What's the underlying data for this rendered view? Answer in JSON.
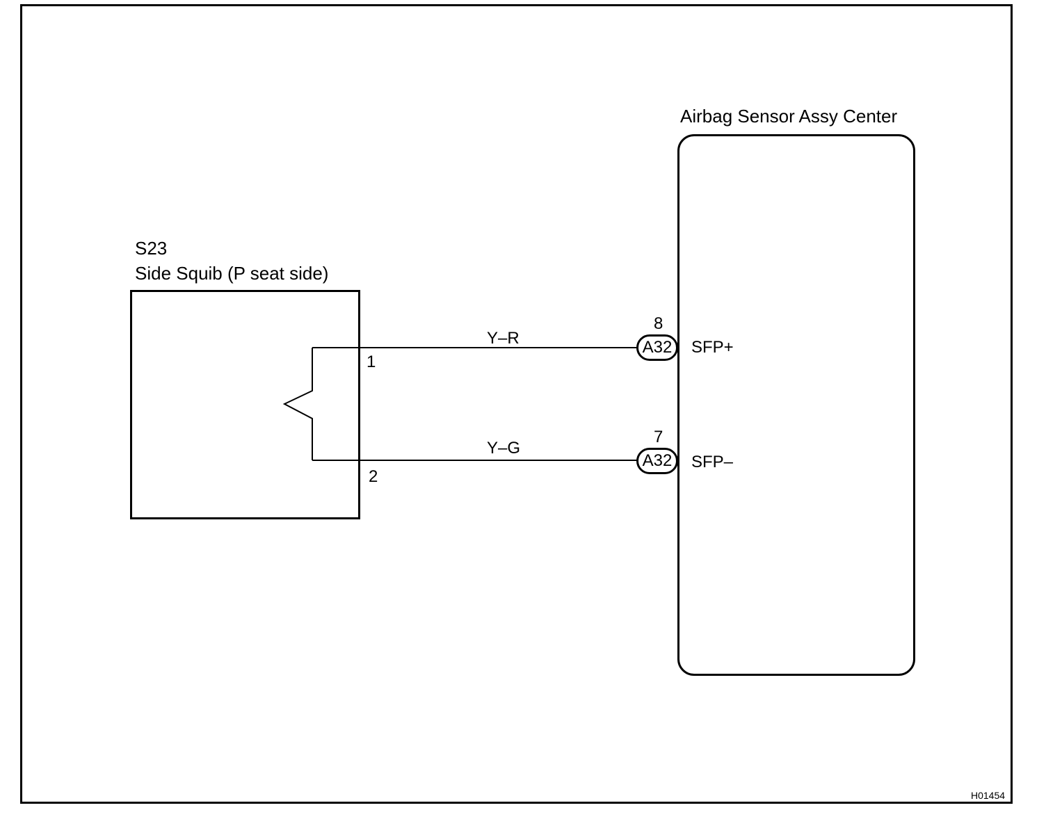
{
  "squib": {
    "code": "S23",
    "name": "Side Squib (P seat side)",
    "pin1": "1",
    "pin2": "2"
  },
  "ecu": {
    "name": "Airbag Sensor Assy Center",
    "connector_top_id": "A32",
    "connector_top_pin": "8",
    "connector_top_signal": "SFP+",
    "connector_bottom_id": "A32",
    "connector_bottom_pin": "7",
    "connector_bottom_signal": "SFP–"
  },
  "wires": {
    "top_color": "Y–R",
    "bottom_color": "Y–G"
  },
  "figure_code": "H01454"
}
